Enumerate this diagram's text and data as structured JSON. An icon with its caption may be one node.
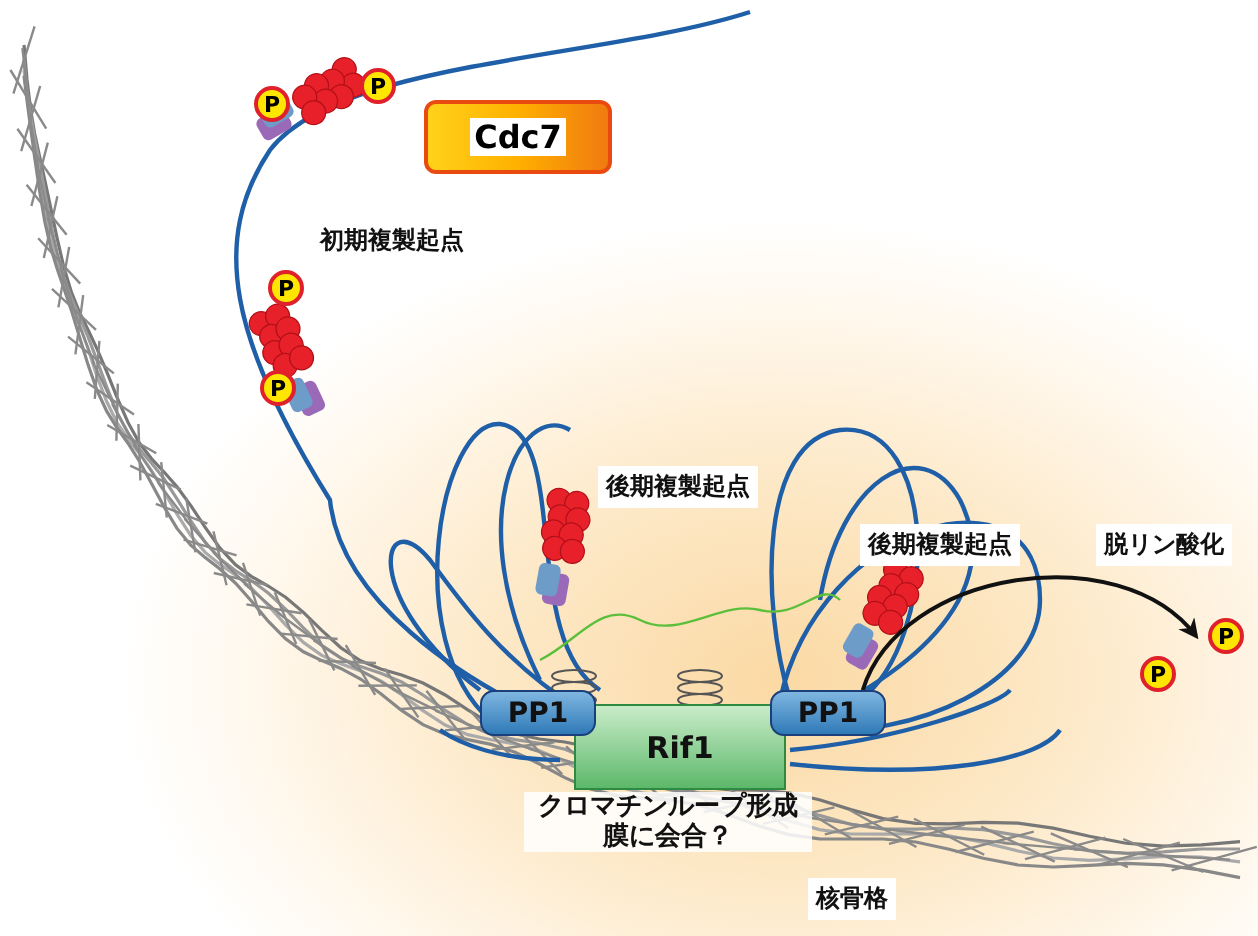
{
  "diagram": {
    "nodes": [
      {
        "text": [
          "P"
        ]
      },
      {
        "text": [
          "P"
        ]
      },
      {
        "text": [
          "Cdc7"
        ]
      },
      {
        "text": [
          "P"
        ]
      },
      {
        "text": [
          "P"
        ]
      },
      {
        "text": [
          "PP1"
        ]
      },
      {
        "text": [
          "Rif1"
        ]
      },
      {
        "text": [
          "PP1"
        ]
      },
      {
        "text": [
          "P"
        ]
      },
      {
        "text": [
          "P"
        ]
      }
    ],
    "edges": [
      {
        "from": 7,
        "to": 8,
        "arrow": "to",
        "label": "脱リン酸化"
      }
    ],
    "labels": [
      "初期複製起点",
      "後期複製起点",
      "後期複製起点",
      "クロマチンループ形成膜に会合？",
      "核骨格"
    ]
  }
}
